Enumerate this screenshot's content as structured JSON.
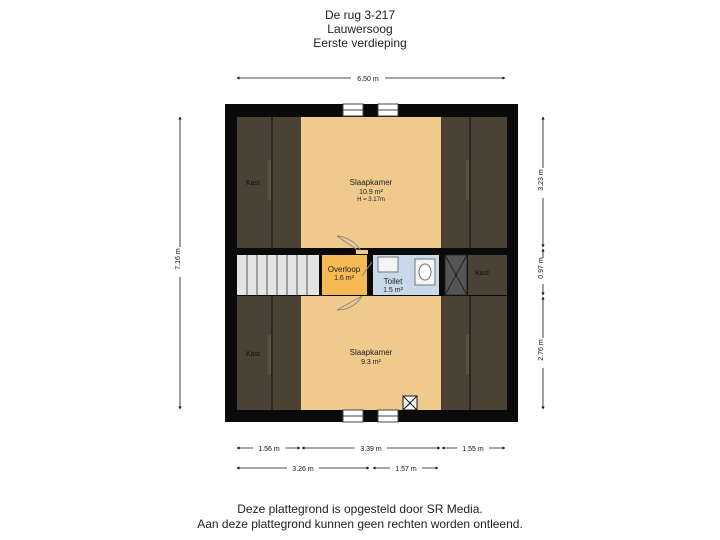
{
  "header": {
    "address": "De rug 3-217",
    "city": "Lauwersoog",
    "floor": "Eerste verdieping"
  },
  "dimensions": {
    "top_width": "6.50 m",
    "left_height": "7.16 m",
    "right_top": "3.23 m",
    "right_mid": "0.97 m",
    "right_bottom": "2.76 m",
    "bottom_left": "1.56 m",
    "bottom_mid": "3.39 m",
    "bottom_right": "1.55 m",
    "bottom2_left": "3.26 m",
    "bottom2_right": "1.57 m"
  },
  "rooms": {
    "bedroom_top": {
      "name": "Slaapkamer",
      "area": "10.9 m²",
      "height": "H = 3.17m"
    },
    "bedroom_bottom": {
      "name": "Slaapkamer",
      "area": "9.3 m²"
    },
    "landing": {
      "name": "Overloop",
      "area": "1.6 m²"
    },
    "toilet": {
      "name": "Toilet",
      "area": "1.5 m²"
    },
    "closet_top_left": {
      "name": "Kast"
    },
    "closet_bottom_left": {
      "name": "Kast"
    },
    "closet_right": {
      "name": "Kast"
    }
  },
  "footer": {
    "line1": "Deze plattegrond is opgesteld door SR Media.",
    "line2": "Aan deze plattegrond kunnen geen rechten worden ontleend."
  },
  "colors": {
    "wall": "#0a0a0a",
    "bedroom": "#f0c98c",
    "closet": "#4a4234",
    "landing": "#f5b956",
    "toilet": "#c9d9ea",
    "stair": "#d9d9d9"
  }
}
